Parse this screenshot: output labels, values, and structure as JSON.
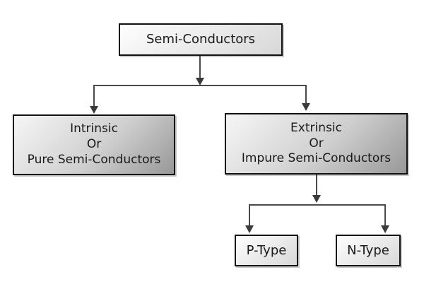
{
  "diagram": {
    "type": "flowchart",
    "nodes": {
      "root": {
        "label": "Semi-Conductors"
      },
      "intrinsic": {
        "line1": "Intrinsic",
        "line2": "Or",
        "line3": "Pure Semi-Conductors"
      },
      "extrinsic": {
        "line1": "Extrinsic",
        "line2": "Or",
        "line3": "Impure Semi-Conductors"
      },
      "p_type": {
        "label": "P-Type"
      },
      "n_type": {
        "label": "N-Type"
      }
    },
    "edges": [
      {
        "from": "root",
        "to": "intrinsic"
      },
      {
        "from": "root",
        "to": "extrinsic"
      },
      {
        "from": "extrinsic",
        "to": "p_type"
      },
      {
        "from": "extrinsic",
        "to": "n_type"
      }
    ],
    "colors": {
      "background": "#ffffff",
      "box_border": "#111111",
      "connector": "#4a4a4a",
      "arrowhead": "#3a3a3a",
      "text": "#1a1a1a",
      "fill_light_start": "#fefefe",
      "fill_light_end": "#d8d8d8",
      "fill_dark_start": "#f6f6f6",
      "fill_dark_end": "#989898"
    }
  }
}
